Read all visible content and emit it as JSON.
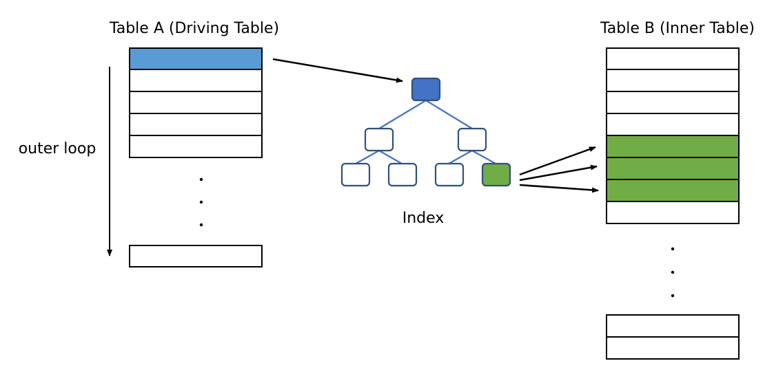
{
  "table_a": {
    "title": "Table A (Driving Table)",
    "highlight_color": "#5B9BD5"
  },
  "table_b": {
    "title": "Table B (Inner Table)",
    "highlight_color": "#70AD47"
  },
  "outer_loop_label": "outer loop",
  "index": {
    "label": "Index",
    "root_color": "#4472C4",
    "edge_color": "#4472C4",
    "node_border": "#2F4F7F",
    "match_color": "#70AD47"
  }
}
